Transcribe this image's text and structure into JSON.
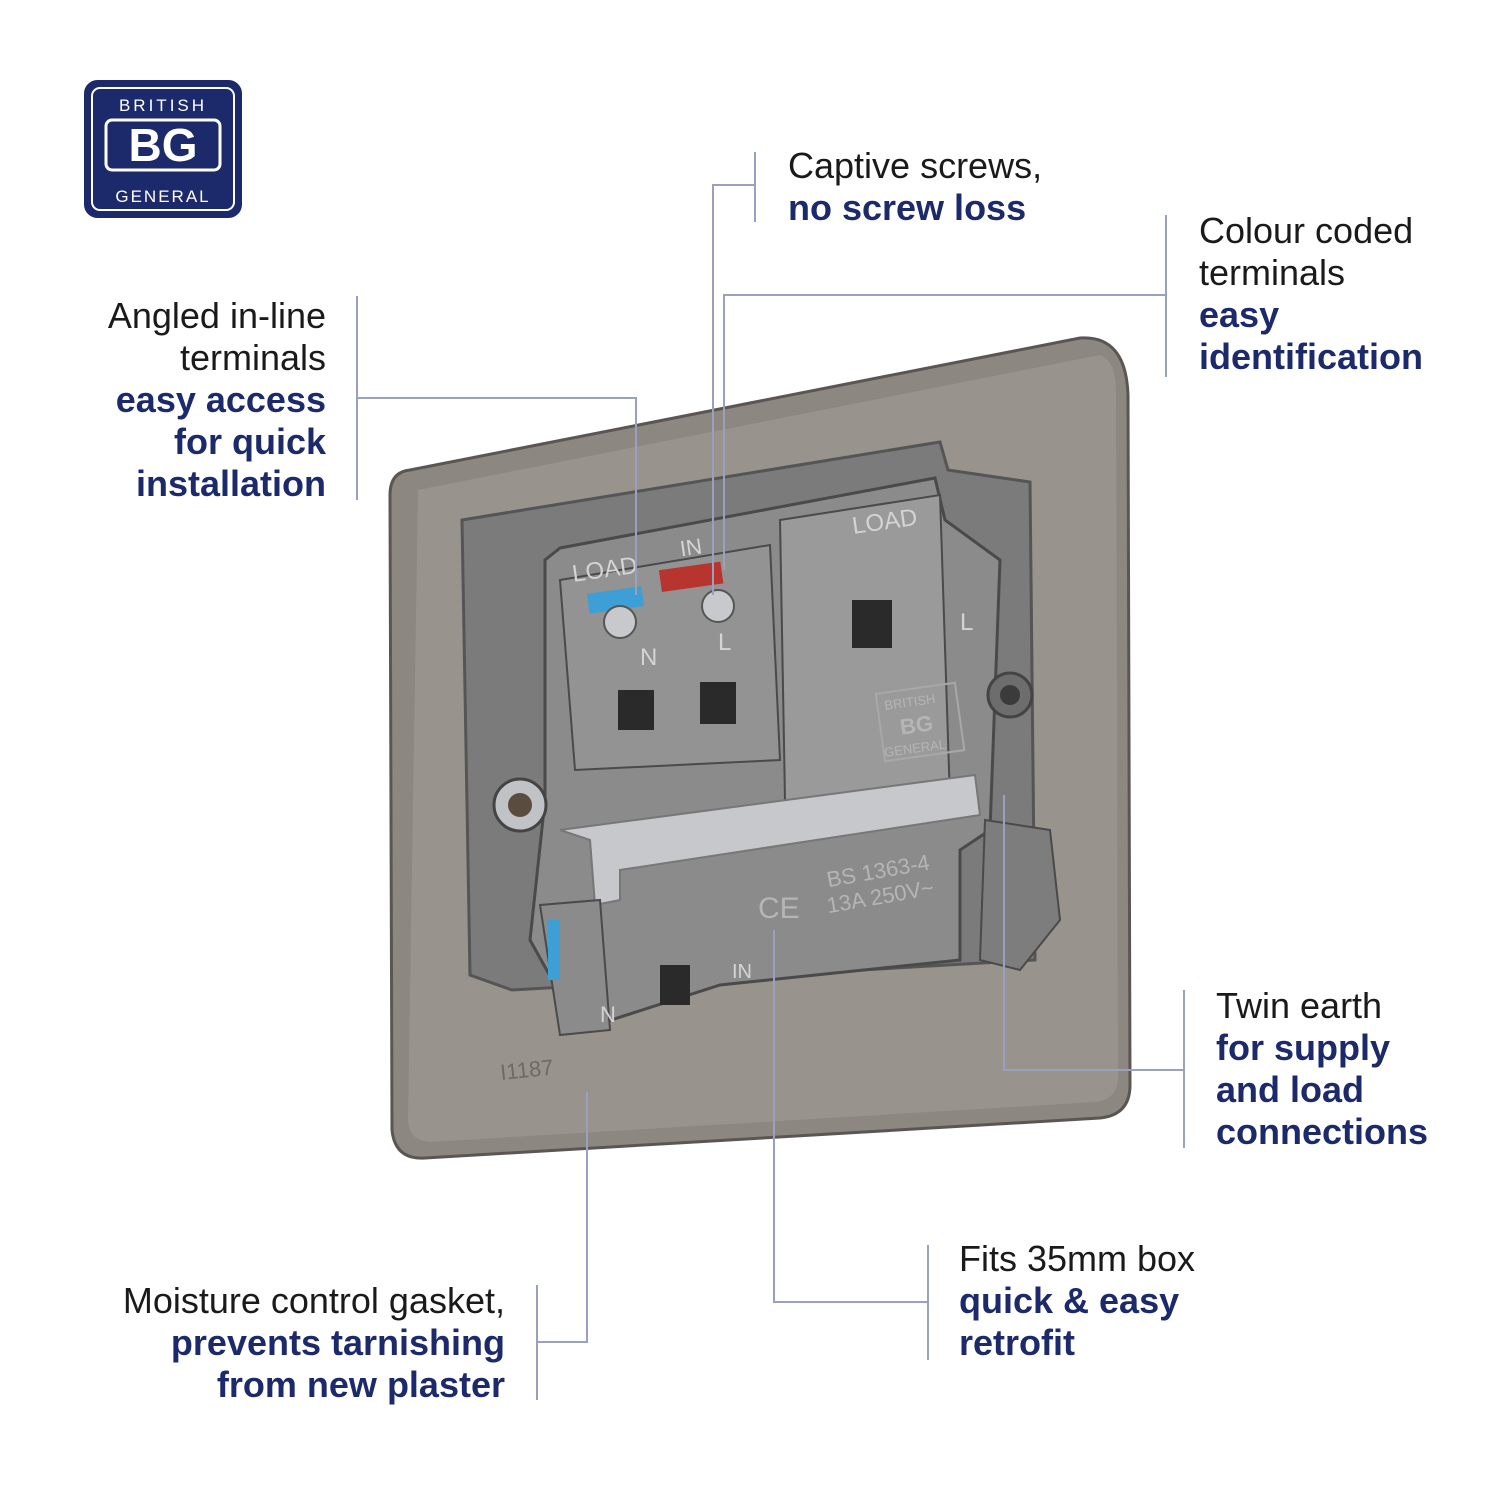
{
  "logo": {
    "top": "BRITISH",
    "mark": "BG",
    "bottom": "GENERAL",
    "color": "#1c2a6b"
  },
  "product": {
    "labels": {
      "load_left": "LOAD",
      "in_top": "IN",
      "load_right": "LOAD",
      "n_top": "N",
      "l_top": "L",
      "l_right": "L",
      "brand_top": "BRITISH",
      "brand_mark": "BG",
      "brand_bottom": "GENERAL",
      "standard": "BS 1363-4",
      "rating": "13A 250V~",
      "ce": "CE",
      "n_bottom": "N",
      "in_bottom": "IN",
      "code": "I1187"
    },
    "colors": {
      "plate": "#8d8782",
      "housing": "#8b8b8b",
      "neutral": "#3e9fd6",
      "live": "#b7352e"
    }
  },
  "callouts": {
    "captive": {
      "lines": [
        "Captive screws,"
      ],
      "em": [
        "no screw loss"
      ]
    },
    "colour": {
      "lines": [
        "Colour coded",
        "terminals"
      ],
      "em": [
        "easy",
        "identification"
      ]
    },
    "angled": {
      "lines": [
        "Angled in-line",
        "terminals"
      ],
      "em": [
        "easy access",
        "for quick",
        "installation"
      ]
    },
    "twin": {
      "lines": [
        "Twin earth"
      ],
      "em": [
        "for supply",
        "and load",
        "connections"
      ]
    },
    "fits": {
      "lines": [
        "Fits 35mm box"
      ],
      "em": [
        "quick & easy",
        "retrofit"
      ]
    },
    "moisture": {
      "lines": [
        "Moisture control gasket,"
      ],
      "em": [
        "prevents tarnishing",
        "from new plaster"
      ]
    }
  },
  "leader_color": "#9aa0bf"
}
